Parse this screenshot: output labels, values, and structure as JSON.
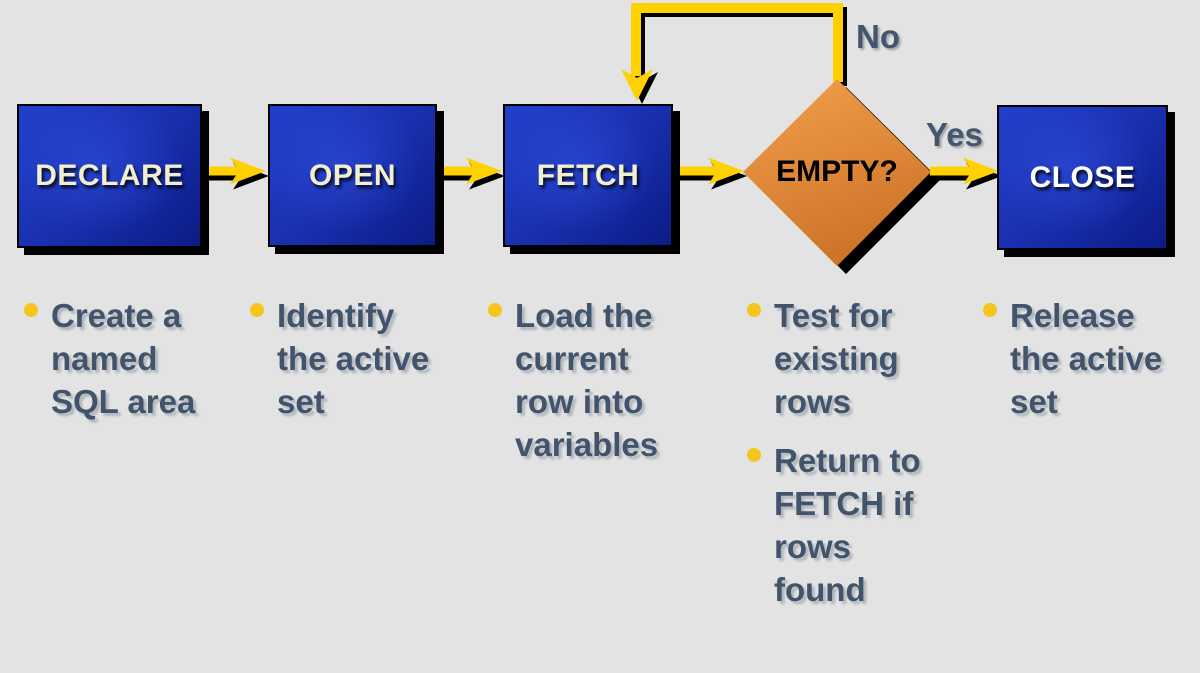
{
  "flow": {
    "steps": [
      {
        "id": "declare",
        "label": "DECLARE"
      },
      {
        "id": "open",
        "label": "OPEN"
      },
      {
        "id": "fetch",
        "label": "FETCH"
      },
      {
        "id": "close",
        "label": "CLOSE"
      }
    ],
    "decision": {
      "label": "EMPTY?"
    },
    "branches": {
      "no": "No",
      "yes": "Yes"
    }
  },
  "notes": [
    {
      "step": "declare",
      "items": [
        "Create a\nnamed\nSQL area"
      ]
    },
    {
      "step": "open",
      "items": [
        "Identify\nthe active\nset"
      ]
    },
    {
      "step": "fetch",
      "items": [
        "Load the\ncurrent\nrow into\nvariables"
      ]
    },
    {
      "step": "empty",
      "items": [
        "Test for\nexisting\nrows",
        "Return to\nFETCH if\nrows\nfound"
      ]
    },
    {
      "step": "close",
      "items": [
        "Release\nthe active\nset"
      ]
    }
  ],
  "colors": {
    "background": "#e3e3e3",
    "arrow_yellow": "#ffd100",
    "box_blue_light": "#2140cb",
    "box_blue_dark": "#0c1c86",
    "diamond_orange_light": "#f2a04c",
    "diamond_orange_dark": "#ce7428",
    "note_text": "#41546b",
    "bullet_yellow": "#f5c51d",
    "box_label_cream": "#f2efd0",
    "close_label_white": "#ffffff",
    "shadow_black": "#000000"
  }
}
